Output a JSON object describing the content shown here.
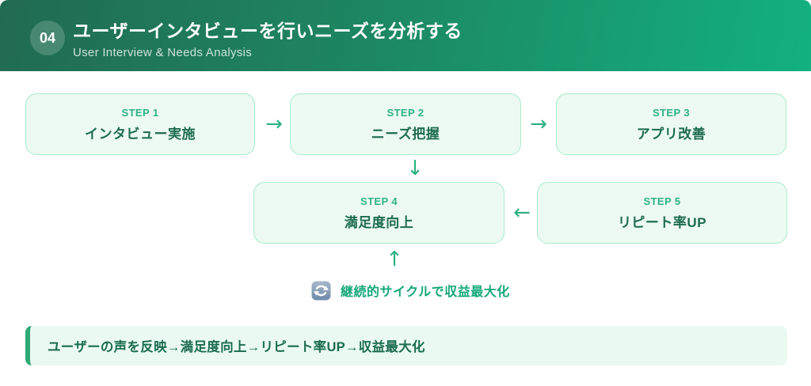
{
  "header": {
    "number": "04",
    "title": "ユーザーインタビューを行いニーズを分析する",
    "subtitle": "User Interview & Needs Analysis"
  },
  "steps": [
    {
      "label": "STEP 1",
      "title": "インタビュー実施"
    },
    {
      "label": "STEP 2",
      "title": "ニーズ把握"
    },
    {
      "label": "STEP 3",
      "title": "アプリ改善"
    },
    {
      "label": "STEP 4",
      "title": "満足度向上"
    },
    {
      "label": "STEP 5",
      "title": "リピート率UP"
    }
  ],
  "glyphs": {
    "arrow_right": "→",
    "arrow_down": "↓",
    "arrow_left": "←",
    "arrow_up": "↑"
  },
  "cycle": {
    "icon": "cycle-arrows-icon",
    "text": "継続的サイクルで収益最大化"
  },
  "note": {
    "text": "ユーザーの声を反映→満足度向上→リピート率UP→収益最大化"
  },
  "colors": {
    "header_gradient_start": "#216b52",
    "header_gradient_end": "#12b17e",
    "step_box_bg": "#ecfaf2",
    "step_box_border": "#a9ebcd",
    "step_label": "#2eb286",
    "step_title": "#1d6b50",
    "arrow": "#2db181",
    "cycle_text": "#13a878",
    "note_bg": "#eafaf2",
    "note_accent": "#2fa877",
    "note_text": "#1a6b50"
  }
}
